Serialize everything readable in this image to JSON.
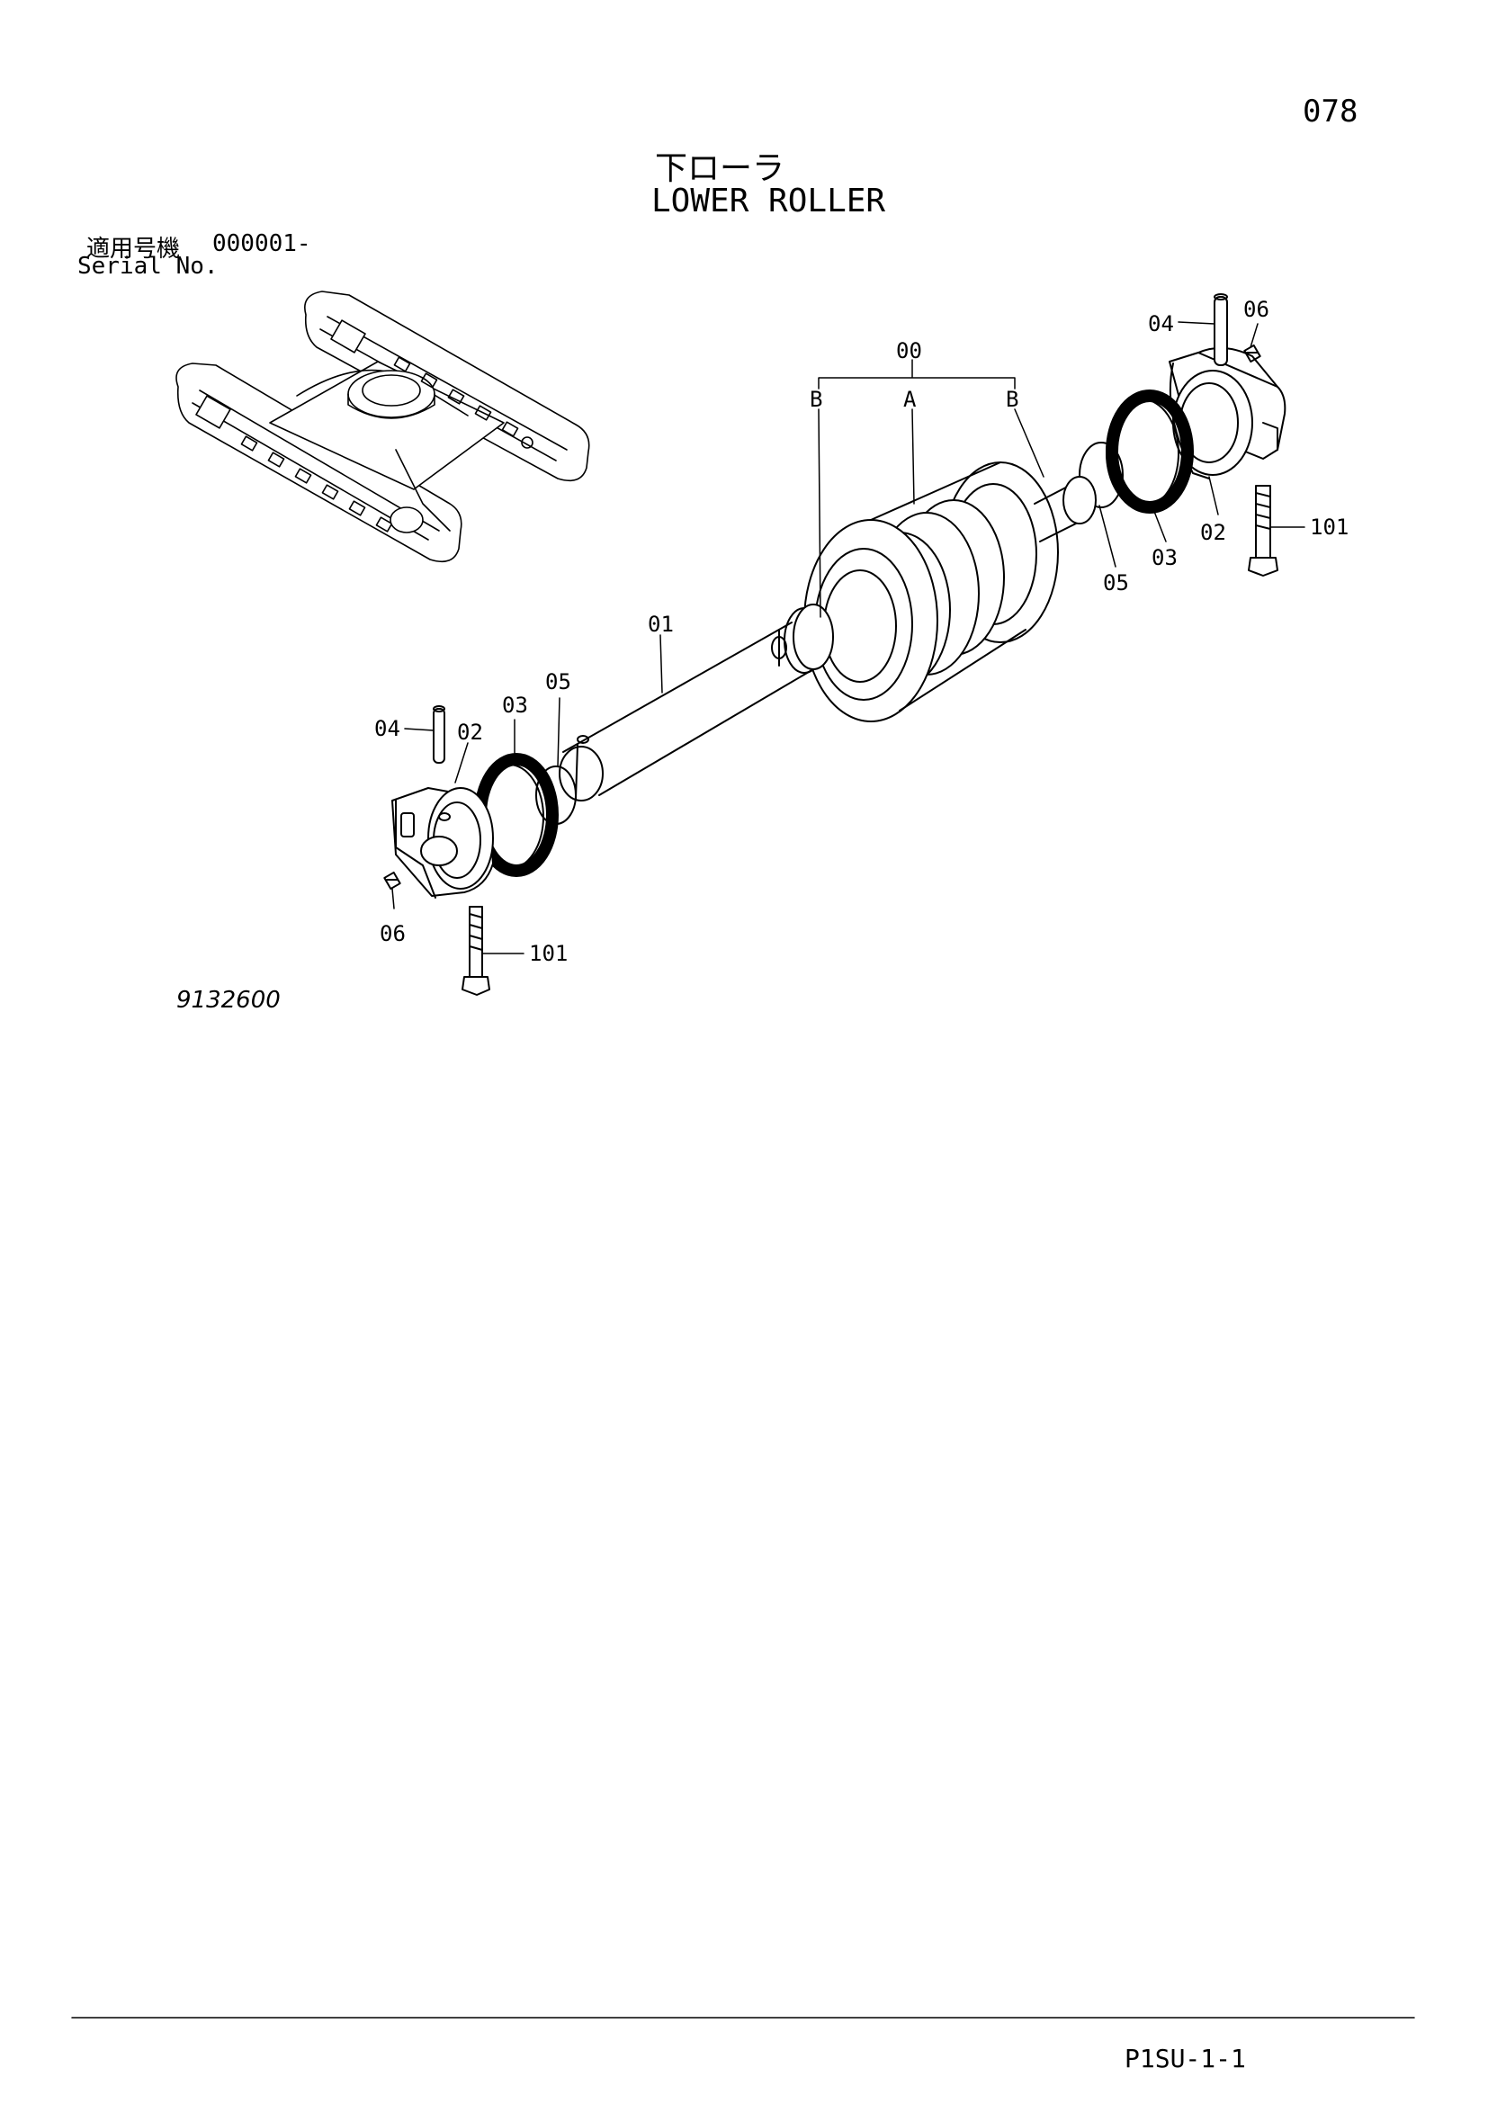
{
  "page_number": "078",
  "title_jp": "下ローラ",
  "title_en": "LOWER ROLLER",
  "serial_label_jp": "適用号機",
  "serial_range": "000001-",
  "serial_label_en": "Serial No.",
  "drawing_number": "9132600",
  "footer_code": "P1SU-1-1",
  "callouts": {
    "assembly": "00",
    "a": "A",
    "b": "B",
    "shaft": "01",
    "part_02": "02",
    "part_03": "03",
    "part_04": "04",
    "part_05": "05",
    "part_06": "06",
    "part_101": "101"
  }
}
